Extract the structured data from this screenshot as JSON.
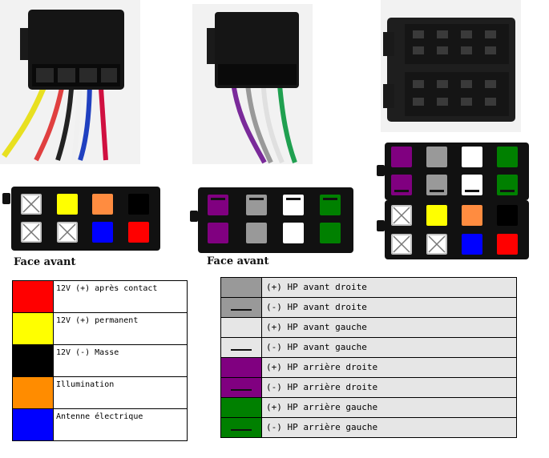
{
  "face_labels": [
    "Face avant",
    "Face avant"
  ],
  "left_legend": [
    {
      "label": "12V (+) après contact",
      "color": "#ff0000"
    },
    {
      "label": "12V (+) permanent",
      "color": "#ffff00"
    },
    {
      "label": "12V (-) Masse",
      "color": "#000000"
    },
    {
      "label": "Illumination",
      "color": "#ff8c00"
    },
    {
      "label": "Antenne électrique",
      "color": "#0000ff"
    }
  ],
  "right_legend": [
    {
      "label": "(+) HP avant droite",
      "color": "#999999",
      "dash": false
    },
    {
      "label": "(-) HP avant droite",
      "color": "#999999",
      "dash": true
    },
    {
      "label": "(+) HP avant gauche",
      "color": "#e6e6e6",
      "dash": false
    },
    {
      "label": "(-) HP avant gauche",
      "color": "#e6e6e6",
      "dash": true
    },
    {
      "label": "(+) HP arrière droite",
      "color": "#800080",
      "dash": false
    },
    {
      "label": "(-) HP arrière droite",
      "color": "#800080",
      "dash": true
    },
    {
      "label": "(+) HP arrière gauche",
      "color": "#008000",
      "dash": false
    },
    {
      "label": "(-) HP arrière gauche",
      "color": "#008000",
      "dash": true
    }
  ],
  "power_connector": {
    "top": [
      "cross",
      "#ffff00",
      "#ff8c40",
      "#000000"
    ],
    "bottom": [
      "cross",
      "cross",
      "#0000ff",
      "#ff0000"
    ]
  },
  "speaker_connector": {
    "top": [
      "#800080",
      "#999999",
      "#ffffff",
      "#008000"
    ],
    "bottom": [
      "#800080",
      "#999999",
      "#ffffff",
      "#008000"
    ]
  }
}
